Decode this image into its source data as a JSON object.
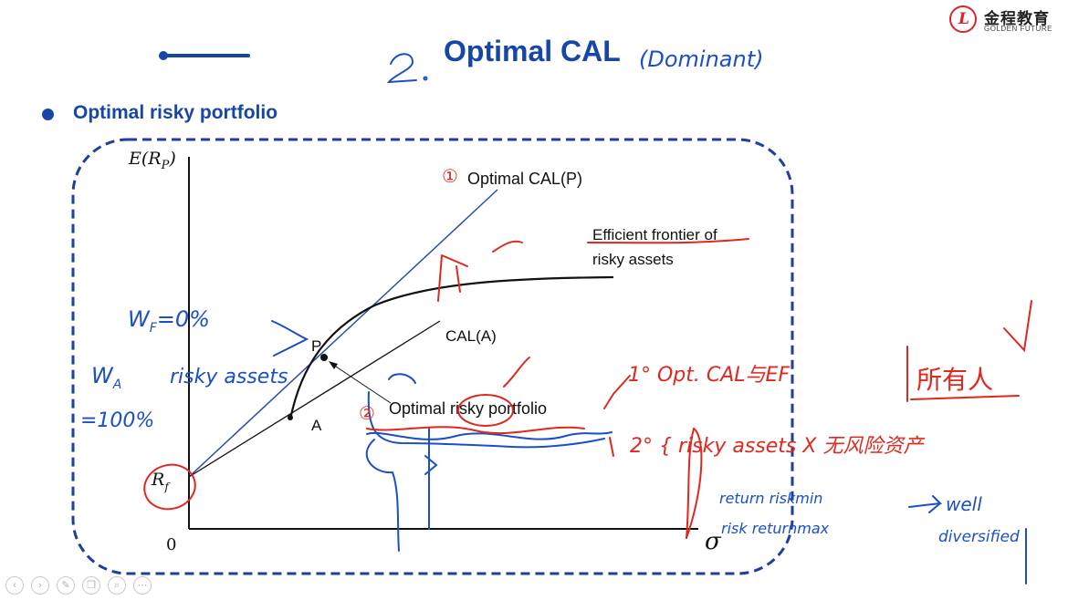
{
  "slide": {
    "title": "Optimal CAL",
    "subtitle": "Optimal risky portfolio"
  },
  "logo": {
    "cn": "金程教育",
    "en": "GOLDEN FUTURE",
    "mark": "L"
  },
  "diagram": {
    "y_axis_label": "E(R",
    "y_axis_sub": "P",
    "y_axis_close": ")",
    "x_axis_label": "σ",
    "origin": "0",
    "rf_label": "R",
    "rf_sub": "f",
    "point_p": "P",
    "point_a": "A",
    "cal_p_label": "Optimal CAL(P)",
    "cal_a_label": "CAL(A)",
    "frontier_label_1": "Efficient frontier of",
    "frontier_label_2": "risky assets",
    "orp_label": "Optimal risky portfolio"
  },
  "annotations": {
    "handwritten_title": "2.",
    "handwritten_dominant": "(Dominant)",
    "n1": "①",
    "n2": "②",
    "wf": "W",
    "wf_sub": "F",
    "wf_val": "=0%",
    "wa": "W",
    "wa_sub": "A",
    "wa_val": "=100%",
    "risky_assets": "risky assets",
    "note1": "1° Opt. CAL与EF",
    "note2": "2° { risky assets  X 无风险资产",
    "return_riskmin": "return riskmin",
    "risk_returnmax": "risk returnmax",
    "well": "well",
    "diversified": "diversified",
    "all_people": "所有人"
  },
  "toolbar": {
    "icons": [
      "prev-icon",
      "next-icon",
      "pen-icon",
      "copy-icon",
      "zoom-icon",
      "more-icon"
    ]
  }
}
